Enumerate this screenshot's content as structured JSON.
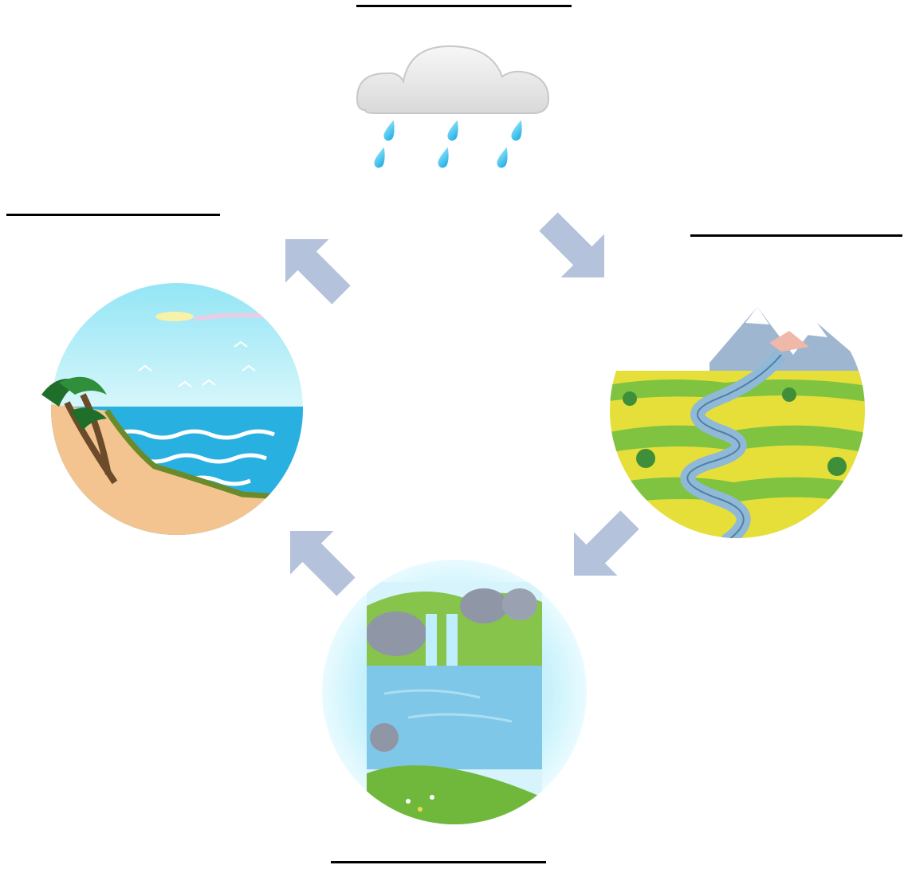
{
  "diagram": {
    "stages": [
      {
        "id": "rain",
        "label": ""
      },
      {
        "id": "land",
        "label": ""
      },
      {
        "id": "lake",
        "label": ""
      },
      {
        "id": "sea",
        "label": ""
      }
    ]
  },
  "colors": {
    "arrow": "#b4c2dc",
    "blank_line": "#000000",
    "sky": "#b9ecf8",
    "sea": "#28b0e0",
    "sand": "#f3c48f",
    "grass": "#7fc341",
    "field": "#e6df3a",
    "river": "#8fb9d6",
    "rock": "#8f97a6",
    "cloud": "#e9e9e9",
    "rain_drop": "#31c9ef"
  },
  "icons": {
    "rain_cloud": "rain-cloud-icon",
    "arrow": "cycle-arrow-icon"
  }
}
